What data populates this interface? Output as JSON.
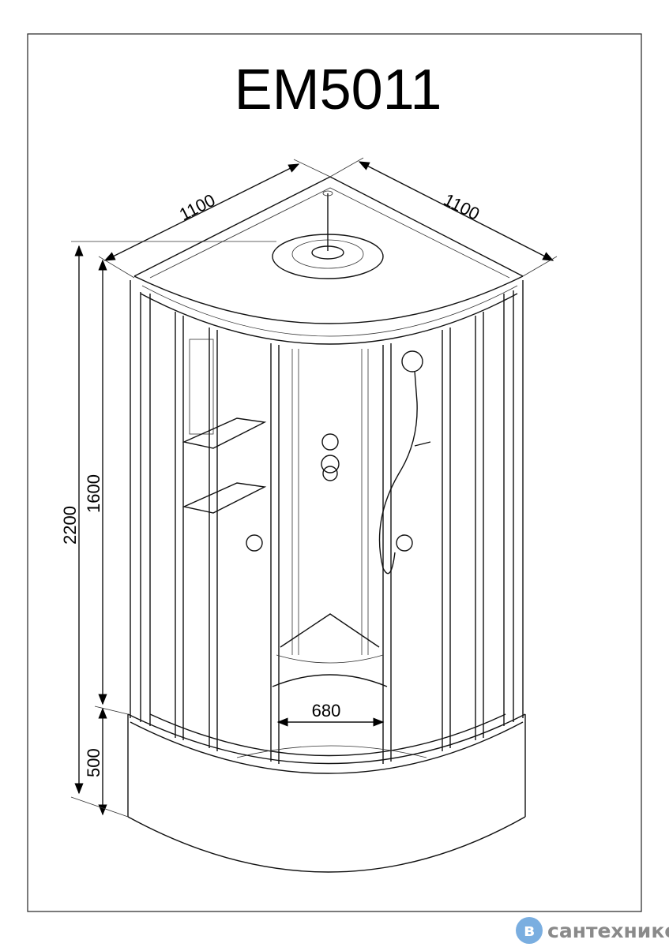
{
  "title": "EM5011",
  "dimensions": {
    "width_left": "1100",
    "width_right": "1100",
    "total_height": "2200",
    "cabin_height": "1600",
    "tray_height": "500",
    "entrance_width": "680"
  },
  "watermark": {
    "logo_letter": "в",
    "text": "сантехнике"
  }
}
